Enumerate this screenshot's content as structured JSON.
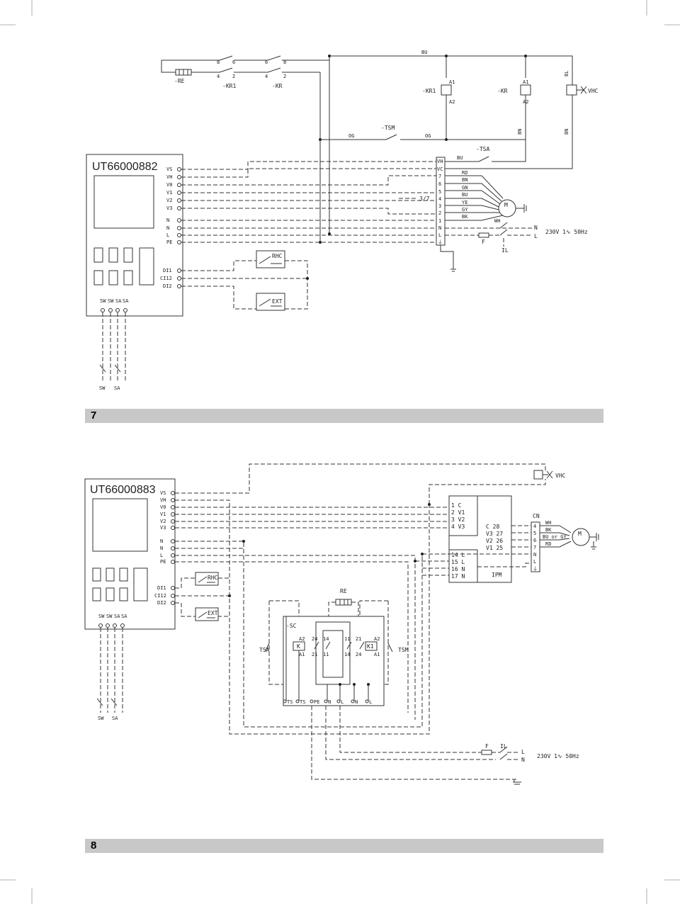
{
  "crop_marks": true,
  "section_7": {
    "number": "7",
    "model": "UT66000882",
    "controller_terminals": [
      "VS",
      "VH",
      "V0",
      "V1",
      "V2",
      "V3",
      "N",
      "N",
      "L",
      "PE",
      "DI1",
      "CI12",
      "DI2"
    ],
    "sensor_terminals": [
      "SW",
      "SW",
      "SA",
      "SA"
    ],
    "sensor_labels": [
      "SW",
      "SA"
    ],
    "relay_labels": [
      "-RE",
      "-KR1",
      "-KR",
      "-KR1",
      "-KR",
      "VHC"
    ],
    "contact_numbers": [
      "8",
      "6",
      "6",
      "8",
      "4",
      "2",
      "4",
      "2"
    ],
    "coil_terminals": [
      "A1",
      "A2",
      "A1",
      "A2"
    ],
    "wire_colors_top": [
      "BU",
      "BL",
      "BN",
      "BN",
      "BU"
    ],
    "switch_labels": [
      "-TSM",
      "-TSA",
      "RHC",
      "EXT"
    ],
    "og_labels": [
      "OG",
      "OG"
    ],
    "terminal_block": [
      "VH",
      "VC",
      "7",
      "6",
      "5",
      "4",
      "3",
      "2",
      "1",
      "N",
      "L",
      "⏚"
    ],
    "motor_wire_colors": [
      "RD",
      "BN",
      "GN",
      "BU",
      "YE",
      "GY",
      "BK",
      "WH"
    ],
    "motor_label": "M",
    "connector_label": "3/7",
    "fuse_label": "F",
    "isolator_label": "IL",
    "supply_terminals": [
      "N",
      "L"
    ],
    "supply_label": "230V 1∿ 50Hz"
  },
  "section_8": {
    "number": "8",
    "model": "UT66000883",
    "controller_terminals": [
      "VS",
      "VH",
      "V0",
      "V1",
      "V2",
      "V3",
      "N",
      "N",
      "L",
      "PE",
      "DI1",
      "CI12",
      "DI2"
    ],
    "sensor_terminals": [
      "SW",
      "SW",
      "SA",
      "SA"
    ],
    "sensor_labels": [
      "SW",
      "SA"
    ],
    "switch_labels": [
      "RHC",
      "EXT",
      "TSA",
      "TSM"
    ],
    "vhc_label": "VHC",
    "ipm_label": "IPM",
    "ipm_left_terminals": [
      "1 C",
      "2 V1",
      "3 V2",
      "4 V3",
      "14 L",
      "15 L",
      "16 N",
      "17 N"
    ],
    "ipm_right_terminals": [
      "C 28",
      "V3 27",
      "V2 26",
      "V1 25"
    ],
    "cn_label": "CN",
    "cn_terminals": [
      "4",
      "5",
      "6",
      "7",
      "N",
      "L",
      "⏚"
    ],
    "motor_wires": [
      "WH",
      "BK",
      "BU or GY",
      "RD"
    ],
    "motor_label": "M",
    "re_label": "RE",
    "sc_label": "-SC",
    "relay_labels": [
      "K",
      "K1"
    ],
    "relay_pins": [
      "A2",
      "A1",
      "A2",
      "A1"
    ],
    "contact_numbers": [
      "24",
      "14",
      "21",
      "11",
      "11",
      "21",
      "14",
      "24"
    ],
    "sc_terminals": [
      "TS",
      "TS",
      "PE",
      "N",
      "L",
      "N",
      "L"
    ],
    "fuse_label": "F",
    "isolator_label": "IL",
    "supply_terminals": [
      "L",
      "N"
    ],
    "supply_label": "230V 1∿ 50Hz"
  }
}
